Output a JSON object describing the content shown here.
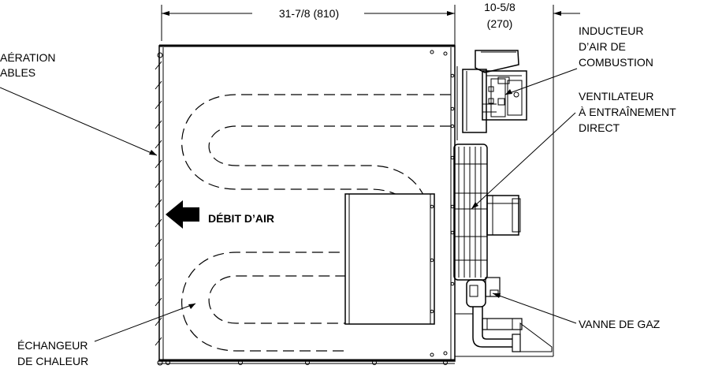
{
  "dimensions": {
    "width_main": "31-7/8 (810)",
    "width_side": "10-5/8",
    "width_side_metric": "(270)"
  },
  "labels": {
    "louvers_line1": "AÉRATION",
    "louvers_line2": "ABLES",
    "inducer_line1": "INDUCTEUR",
    "inducer_line2": "D’AIR DE",
    "inducer_line3": "COMBUSTION",
    "blower_line1": "VENTILATEUR",
    "blower_line2": "À ENTRAÎNEMENT",
    "blower_line3": "DIRECT",
    "airflow": "DÉBIT D’AIR",
    "gas_valve": "VANNE DE GAZ",
    "heat_exchanger_line1": "ÉCHANGEUR",
    "heat_exchanger_line2": "DE CHALEUR"
  }
}
